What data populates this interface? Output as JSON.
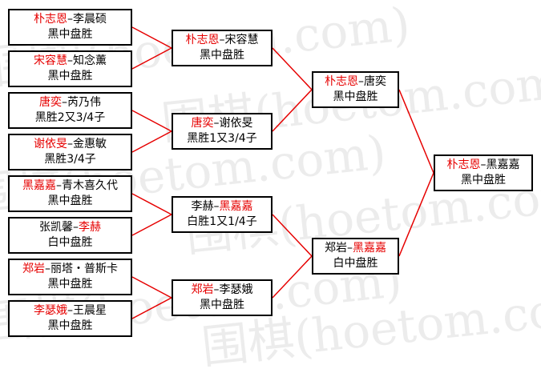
{
  "watermark": {
    "lines": [
      "围棋(hoetom.com)",
      "围棋(hoetom.com)",
      "围棋(hoetom.com)",
      "围棋(hoetom.com)",
      "围棋(hoetom.com)",
      "围棋(hoetom.com)"
    ]
  },
  "colors": {
    "winner": "#e60000",
    "line": "#e60000",
    "border": "#000000"
  },
  "round1": [
    {
      "winner": "朴志恩",
      "sep": "–",
      "loser": "李晨硕",
      "winner_first": true,
      "result": "黑中盘胜"
    },
    {
      "winner": "宋容慧",
      "sep": "–",
      "loser": "知念薰",
      "winner_first": true,
      "result": "黑中盘胜"
    },
    {
      "winner": "唐奕",
      "sep": "–",
      "loser": "芮乃伟",
      "winner_first": true,
      "result": "黑胜2又3/4子"
    },
    {
      "winner": "谢依旻",
      "sep": "–",
      "loser": "金惠敏",
      "winner_first": true,
      "result": "黑胜3/4子"
    },
    {
      "winner": "黑嘉嘉",
      "sep": "–",
      "loser": "青木喜久代",
      "winner_first": true,
      "result": "黑中盘胜"
    },
    {
      "loser": "张凯馨",
      "sep": "–",
      "winner": "李赫",
      "winner_first": false,
      "result": "白中盘胜"
    },
    {
      "winner": "郑岩",
      "sep": "–",
      "loser": "丽塔・普斯卡",
      "winner_first": true,
      "result": "黑中盘胜"
    },
    {
      "winner": "李瑟娥",
      "sep": "–",
      "loser": "王晨星",
      "winner_first": true,
      "result": "黑中盘胜"
    }
  ],
  "round2": [
    {
      "winner": "朴志恩",
      "sep": "–",
      "loser": "宋容慧",
      "winner_first": true,
      "result": "黑中盘胜"
    },
    {
      "winner": "唐奕",
      "sep": "–",
      "loser": "谢依旻",
      "winner_first": true,
      "result": "黑胜1又3/4子"
    },
    {
      "loser": "李赫",
      "sep": "–",
      "winner": "黑嘉嘉",
      "winner_first": false,
      "result": "白胜1又1/4子"
    },
    {
      "winner": "郑岩",
      "sep": "–",
      "loser": "李瑟娥",
      "winner_first": true,
      "result": "黑中盘胜"
    }
  ],
  "semifinal": [
    {
      "winner": "朴志恩",
      "sep": "–",
      "loser": "唐奕",
      "winner_first": true,
      "result": "黑中盘胜"
    },
    {
      "loser": "郑岩",
      "sep": "–",
      "winner": "黑嘉嘉",
      "winner_first": false,
      "result": "白中盘胜"
    }
  ],
  "final": [
    {
      "winner": "朴志恩",
      "sep": "–",
      "loser": "黑嘉嘉",
      "winner_first": true,
      "result": "黑中盘胜"
    }
  ]
}
